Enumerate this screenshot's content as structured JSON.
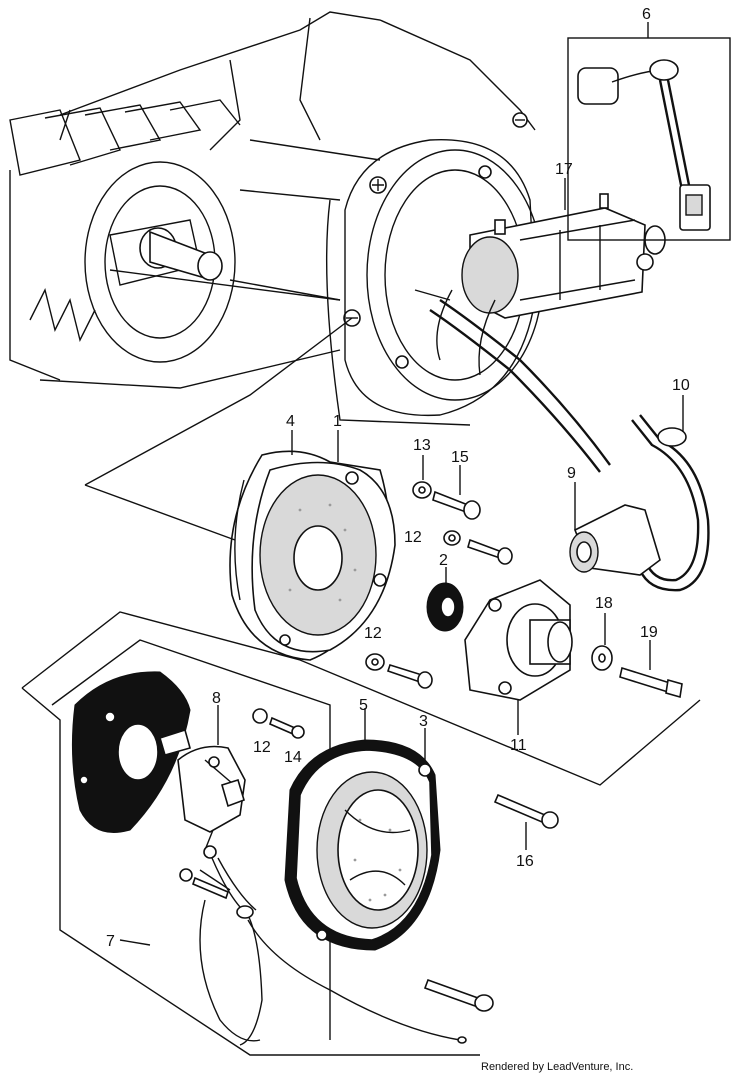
{
  "callouts": {
    "c1": "1",
    "c2": "2",
    "c3": "3",
    "c4": "4",
    "c5": "5",
    "c6": "6",
    "c7": "7",
    "c8": "8",
    "c9": "9",
    "c10": "10",
    "c11": "11",
    "c12a": "12",
    "c12b": "12",
    "c12c": "12",
    "c13": "13",
    "c14": "14",
    "c15": "15",
    "c16": "16",
    "c17": "17",
    "c18": "18",
    "c19": "19"
  },
  "credit": "Rendered by LeadVenture, Inc."
}
